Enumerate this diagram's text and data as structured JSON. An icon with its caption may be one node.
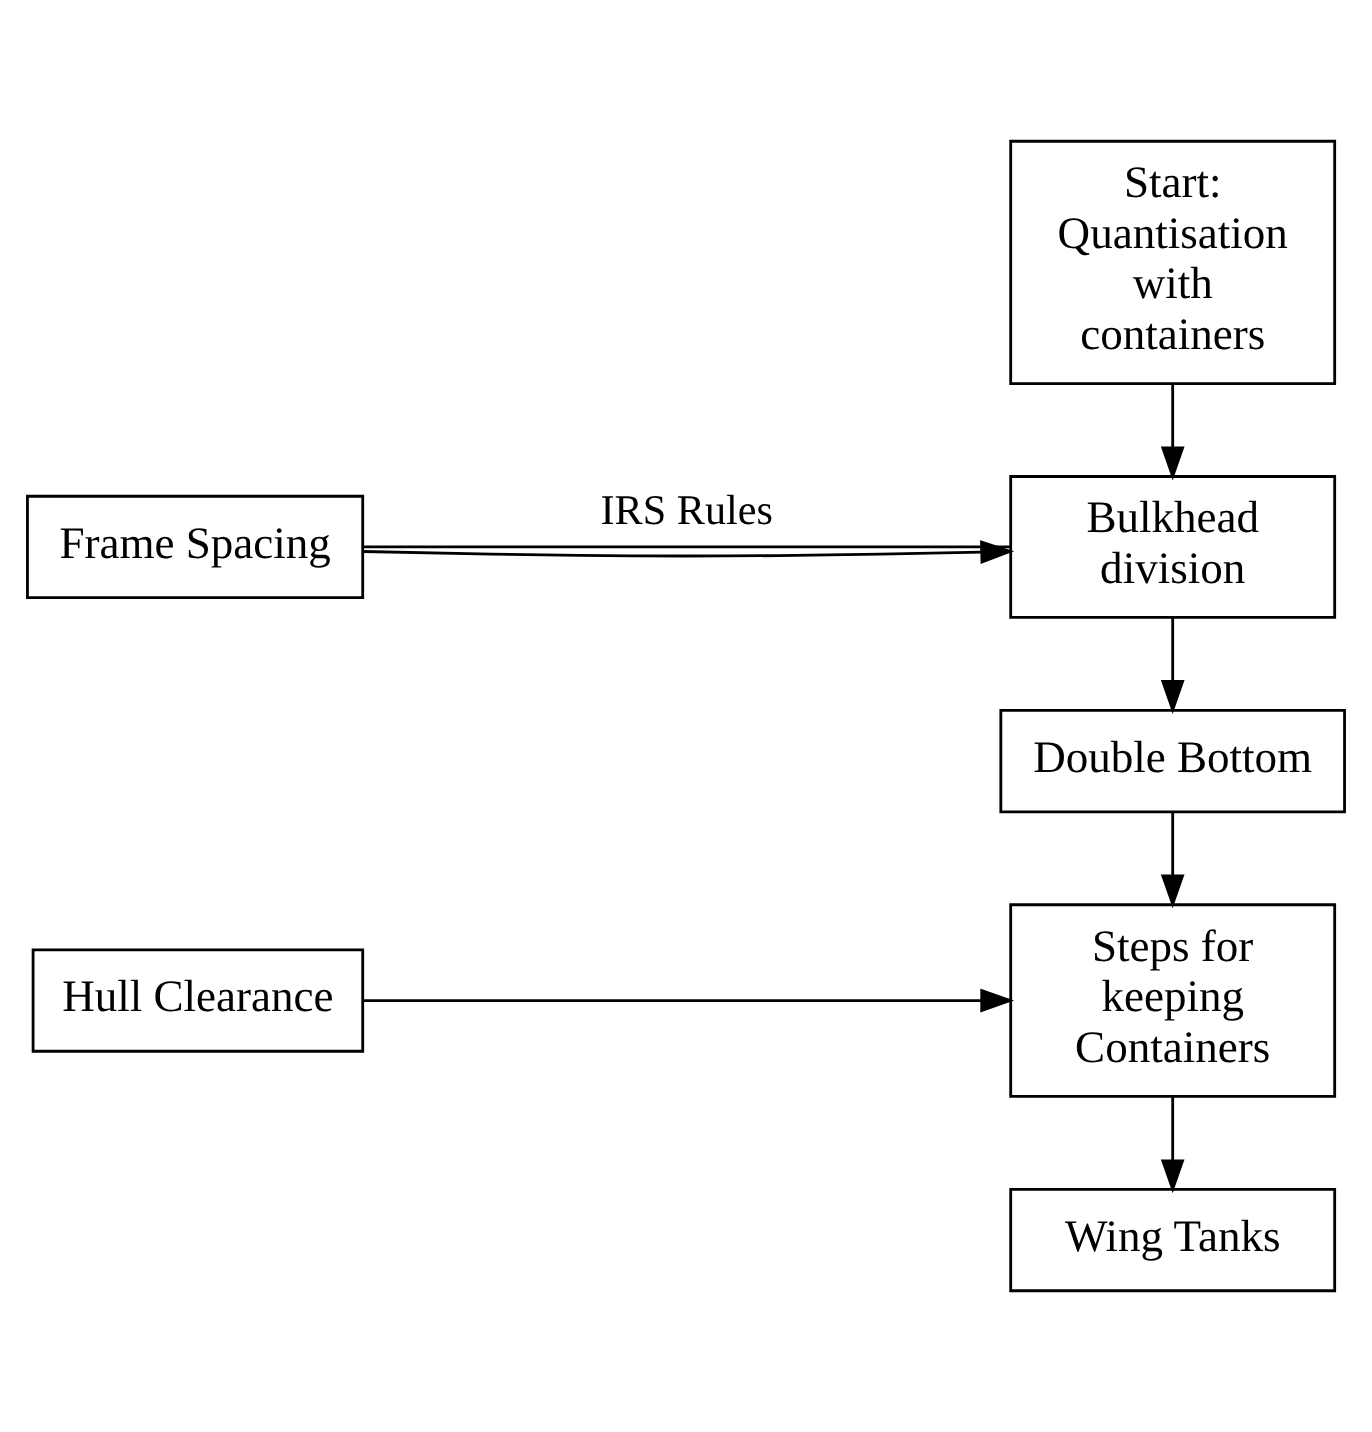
{
  "diagram": {
    "nodes": [
      {
        "text": [
          "Start: Quantisation with containers"
        ]
      },
      {
        "text": [
          "Bulkhead division"
        ]
      },
      {
        "text": [
          "Frame Spacing"
        ]
      },
      {
        "text": [
          "Double Bottom"
        ]
      },
      {
        "text": [
          "Steps for keeping Containers"
        ]
      },
      {
        "text": [
          "Hull Clearance"
        ]
      },
      {
        "text": [
          "Wing Tanks"
        ]
      }
    ],
    "edges": [
      {
        "from": 0,
        "to": 1,
        "arrow": "to"
      },
      {
        "from": 2,
        "to": 1,
        "arrow": "none",
        "label": "IRS Rules"
      },
      {
        "from": 2,
        "to": 1,
        "arrow": "to"
      },
      {
        "from": 1,
        "to": 3,
        "arrow": "to"
      },
      {
        "from": 3,
        "to": 4,
        "arrow": "to"
      },
      {
        "from": 5,
        "to": 4,
        "arrow": "to"
      },
      {
        "from": 4,
        "to": 6,
        "arrow": "to"
      }
    ]
  }
}
